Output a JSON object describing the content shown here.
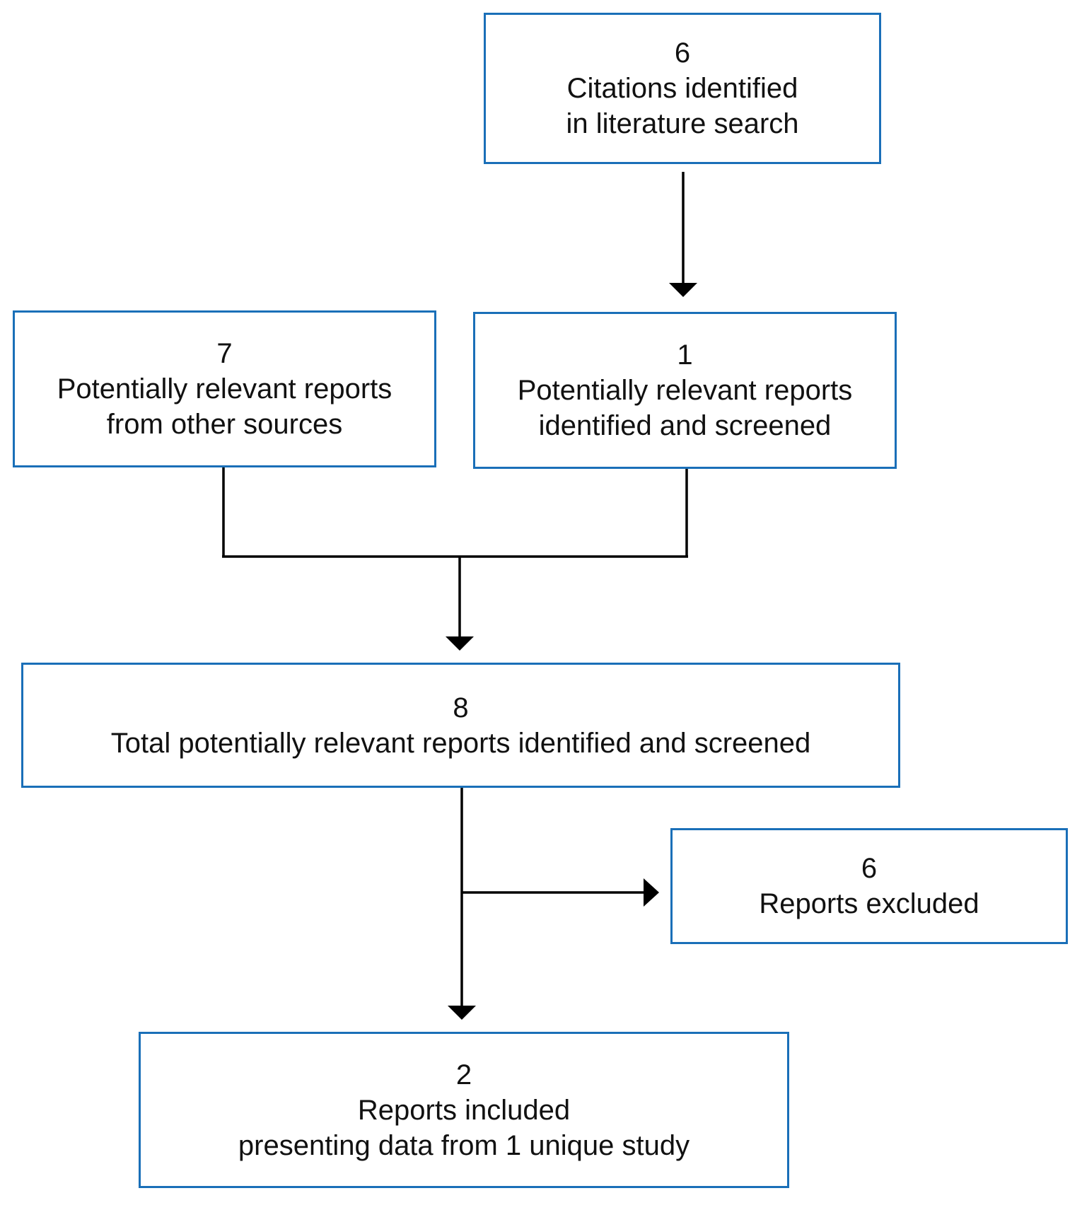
{
  "boxes": {
    "citations": {
      "count": "6",
      "line1": "Citations identified",
      "line2": "in literature search"
    },
    "other_sources": {
      "count": "7",
      "line1": "Potentially relevant reports",
      "line2": "from other sources"
    },
    "screened": {
      "count": "1",
      "line1": "Potentially relevant reports",
      "line2": "identified and screened"
    },
    "total": {
      "count": "8",
      "line1": "Total potentially relevant reports identified and screened"
    },
    "excluded": {
      "count": "6",
      "line1": "Reports excluded"
    },
    "included": {
      "count": "2",
      "line1": "Reports included",
      "line2": "presenting data from 1 unique study"
    }
  },
  "colors": {
    "box_border": "#1a6fb8",
    "connector": "#000000"
  }
}
